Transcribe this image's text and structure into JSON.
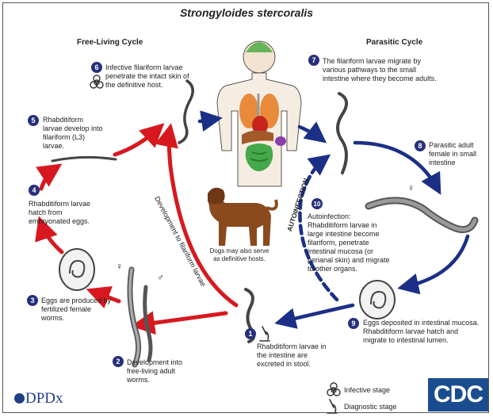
{
  "title": "Strongyloides stercoralis",
  "headers": {
    "free_living": "Free-Living Cycle",
    "parasitic": "Parasitic Cycle"
  },
  "steps": [
    {
      "n": "1",
      "text": "Rhabditiform larvae in the intestine are excreted in stool."
    },
    {
      "n": "2",
      "text": "Development into free-living adult worms."
    },
    {
      "n": "3",
      "text": "Eggs are produced by fertilized female worms."
    },
    {
      "n": "4",
      "text": "Rhabditiform larvae hatch from embryonated eggs."
    },
    {
      "n": "5",
      "text": "Rhabditiform larvae develop into filariform (L3) larvae."
    },
    {
      "n": "6",
      "text": "Infective filariform larvae penetrate the intact skin of the definitive host."
    },
    {
      "n": "7",
      "text": "The filariform larvae migrate by various pathways to the small intestine where they become adults."
    },
    {
      "n": "8",
      "text": "Parasitic adult female in small intestine"
    },
    {
      "n": "9",
      "text": "Eggs deposited in intestinal mucosa. Rhabditiform larvae hatch and migrate to intestinal lumen."
    },
    {
      "n": "10",
      "text": "Autoinfection: Rhabditiform larvae in large intestine become filariform, penetrate intestinal mucosa (or perianal skin) and migrate to other organs."
    }
  ],
  "labels": {
    "dogs": "Dogs may also serve as definitive hosts.",
    "development_filariform": "Development to filariform larvae",
    "autoinfection": "AUTOINFECTION",
    "female_symbol": "♀",
    "male_symbol": "♂"
  },
  "legend": {
    "infective": "Infective stage",
    "diagnostic": "Diagnostic stage"
  },
  "logos": {
    "dpdx": "DPDx",
    "cdc": "CDC"
  },
  "colors": {
    "red_arrow": "#d7191f",
    "blue_arrow": "#1b2f86",
    "step_circle": "#26307a",
    "worm": "#444444"
  },
  "icons": {
    "infective": "biohazard-icon",
    "diagnostic": "microscope-icon"
  }
}
